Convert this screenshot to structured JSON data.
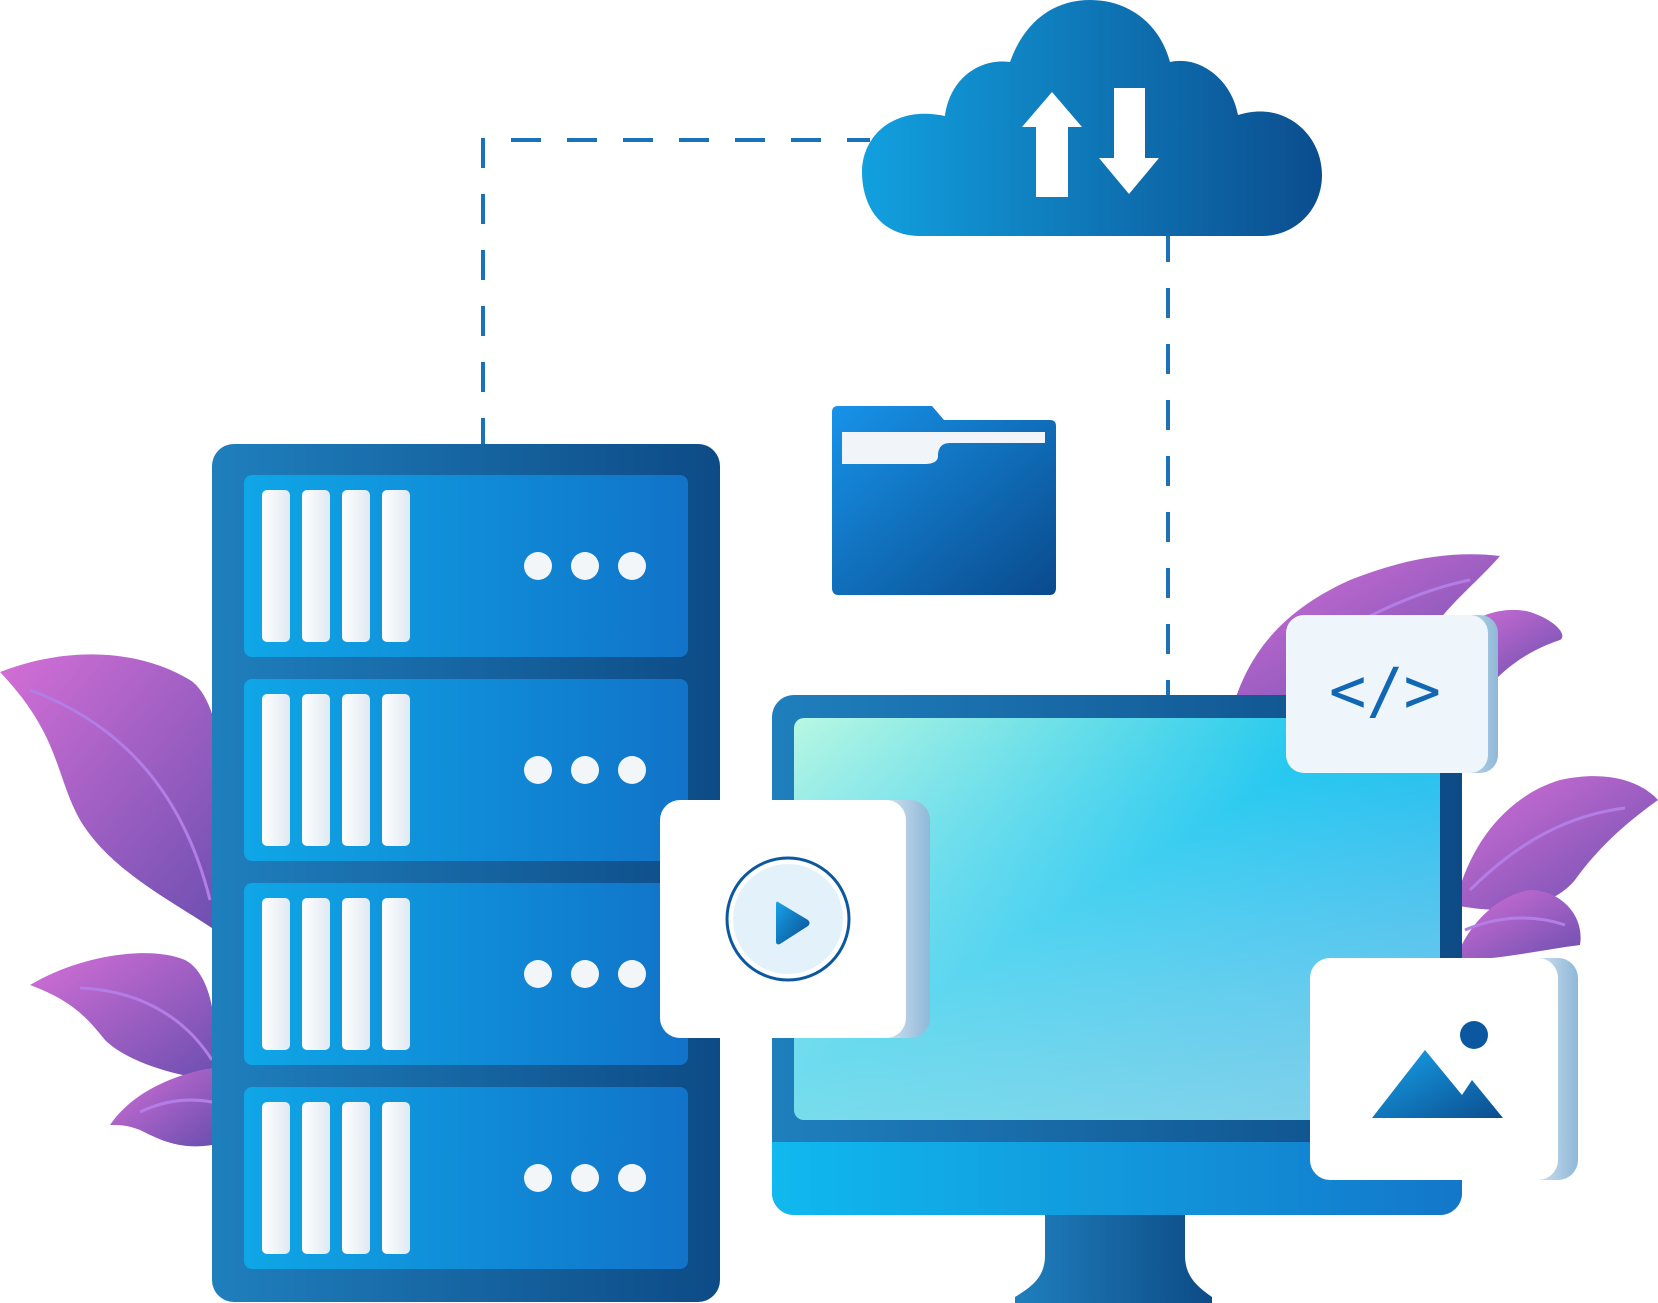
{
  "colors": {
    "leaf_pink": "#d46fd6",
    "leaf_purple": "#6b4fb0",
    "server_frame_dark": "#0d4b86",
    "server_frame_light": "#1f7fbd",
    "unit_light": "#0fa6e6",
    "unit_dark": "#1173c9",
    "cloud_light": "#12a0df",
    "cloud_dark": "#0b4d8e",
    "folder_light": "#1793e9",
    "folder_dark": "#0a4a8c",
    "screen_mint": "#b8f8e2",
    "screen_cyan": "#16c4ef",
    "screen_blue": "#2aa1ea",
    "card_white": "#ffffff",
    "card_edge": "#dfe9f2",
    "dash_line": "#1a6fb5"
  },
  "icons": {
    "cloud": "cloud-sync-icon",
    "upload": "arrow-up-icon",
    "download": "arrow-down-icon",
    "folder": "folder-icon",
    "video": "play-icon",
    "code": "code-icon",
    "image": "image-icon",
    "server": "server-rack-icon",
    "monitor": "monitor-icon"
  },
  "server": {
    "unit_count": 4,
    "slots_per_unit": 4,
    "leds_per_unit": 3
  },
  "cards": {
    "code_glyph": "</>"
  }
}
